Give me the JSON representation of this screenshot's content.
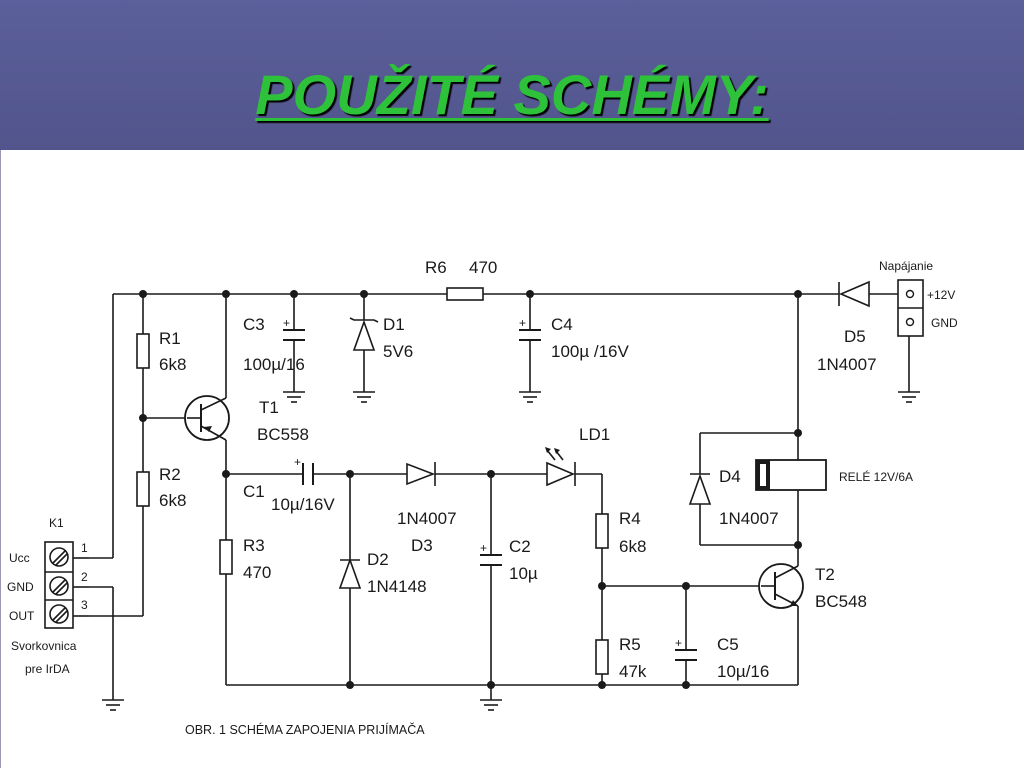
{
  "slide": {
    "title": "POUŽITÉ SCHÉMY:"
  },
  "schematic": {
    "r6": {
      "ref": "R6",
      "value": "470"
    },
    "r1": {
      "ref": "R1",
      "value": "6k8"
    },
    "r2": {
      "ref": "R2",
      "value": "6k8"
    },
    "r3": {
      "ref": "R3",
      "value": "470"
    },
    "r4": {
      "ref": "R4",
      "value": "6k8"
    },
    "r5": {
      "ref": "R5",
      "value": "47k"
    },
    "c1": {
      "ref": "C1",
      "value": "10µ/16V"
    },
    "c2": {
      "ref": "C2",
      "value": "10µ"
    },
    "c3": {
      "ref": "C3",
      "value": "100µ/16"
    },
    "c4": {
      "ref": "C4",
      "value": "100µ /16V"
    },
    "c5": {
      "ref": "C5",
      "value": "10µ/16"
    },
    "d1": {
      "ref": "D1",
      "value": "5V6"
    },
    "d2": {
      "ref": "D2",
      "value": "1N4148"
    },
    "d3": {
      "ref": "D3",
      "value": "1N4007"
    },
    "d4": {
      "ref": "D4",
      "value": "1N4007"
    },
    "d5": {
      "ref": "D5",
      "value": "1N4007"
    },
    "t1": {
      "ref": "T1",
      "value": "BC558"
    },
    "t2": {
      "ref": "T2",
      "value": "BC548"
    },
    "ld1": {
      "ref": "LD1"
    },
    "relay": {
      "label": "RELÉ 12V/6A"
    },
    "power": {
      "title": "Napájanie",
      "pin1": "+12V",
      "pin2": "GND"
    },
    "k1": {
      "ref": "K1",
      "pins": [
        {
          "name": "Ucc",
          "num": "1"
        },
        {
          "name": "GND",
          "num": "2"
        },
        {
          "name": "OUT",
          "num": "3"
        }
      ],
      "caption_line1": "Svorkovnica",
      "caption_line2": "pre IrDA"
    },
    "figure_caption": "OBR. 1 SCHÉMA ZAPOJENIA PRIJÍMAČA"
  }
}
